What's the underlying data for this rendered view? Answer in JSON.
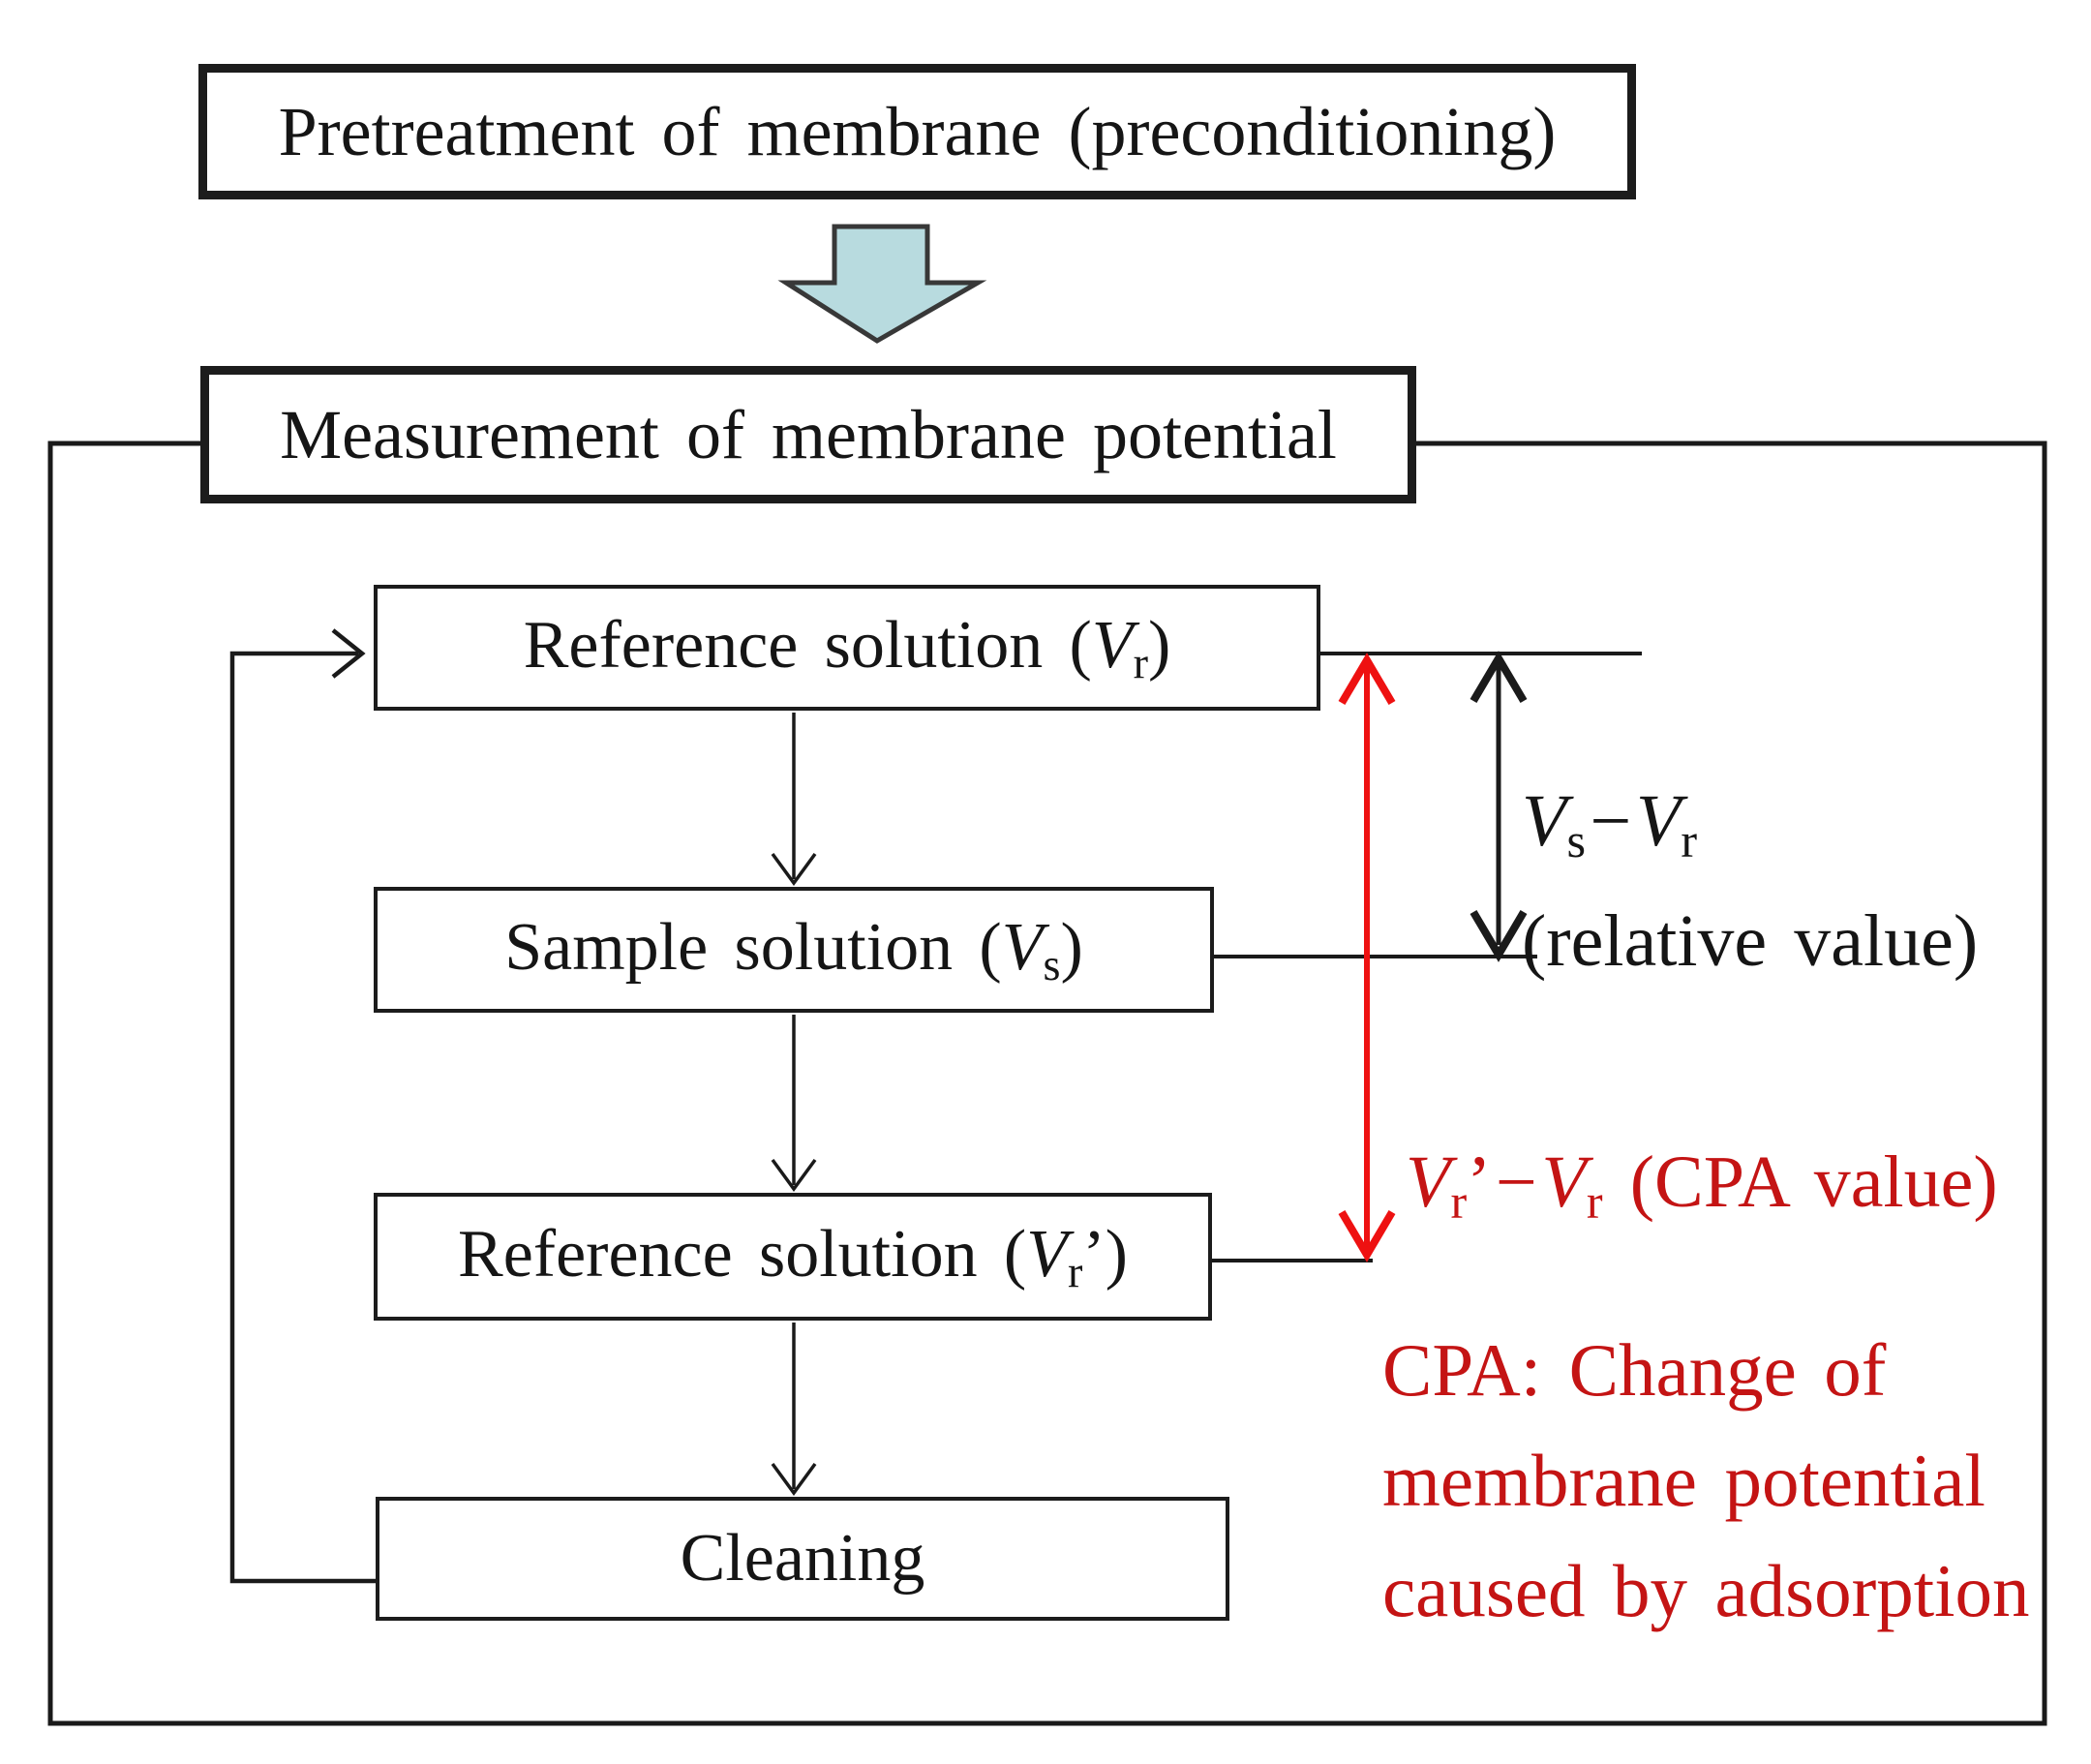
{
  "title_boxes": {
    "pretreatment": "Pretreatment of membrane (preconditioning)",
    "measurement": "Measurement of membrane potential"
  },
  "flow_boxes": {
    "reference1": {
      "prefix": "Reference solution (",
      "var": "V",
      "sub": "r",
      "suffix": ")"
    },
    "sample": {
      "prefix": "Sample solution (",
      "var": "V",
      "sub": "s",
      "suffix": ")"
    },
    "reference2": {
      "prefix": "Reference solution (",
      "var": "V",
      "sub": "r",
      "suffix": "’)"
    },
    "cleaning": "Cleaning"
  },
  "annotations": {
    "relative_formula": {
      "var1": "V",
      "sub1": "s",
      "operator": "−",
      "var2": "V",
      "sub2": "r"
    },
    "relative_caption": "(relative value)",
    "cpa_formula": {
      "var1": "V",
      "sub1": "r",
      "prime": "’",
      "operator": "−",
      "var2": "V",
      "sub2": "r",
      "caption": "(CPA value)"
    },
    "cpa_note_lines": [
      "CPA: Change of",
      "membrane potential",
      "caused by adsorption"
    ]
  },
  "colors": {
    "ink": "#1a1a1a",
    "red_text": "#c41414",
    "red_arrow": "#ee1111",
    "arrow_fill": "#b8dbdf",
    "arrow_outline": "#383838"
  }
}
